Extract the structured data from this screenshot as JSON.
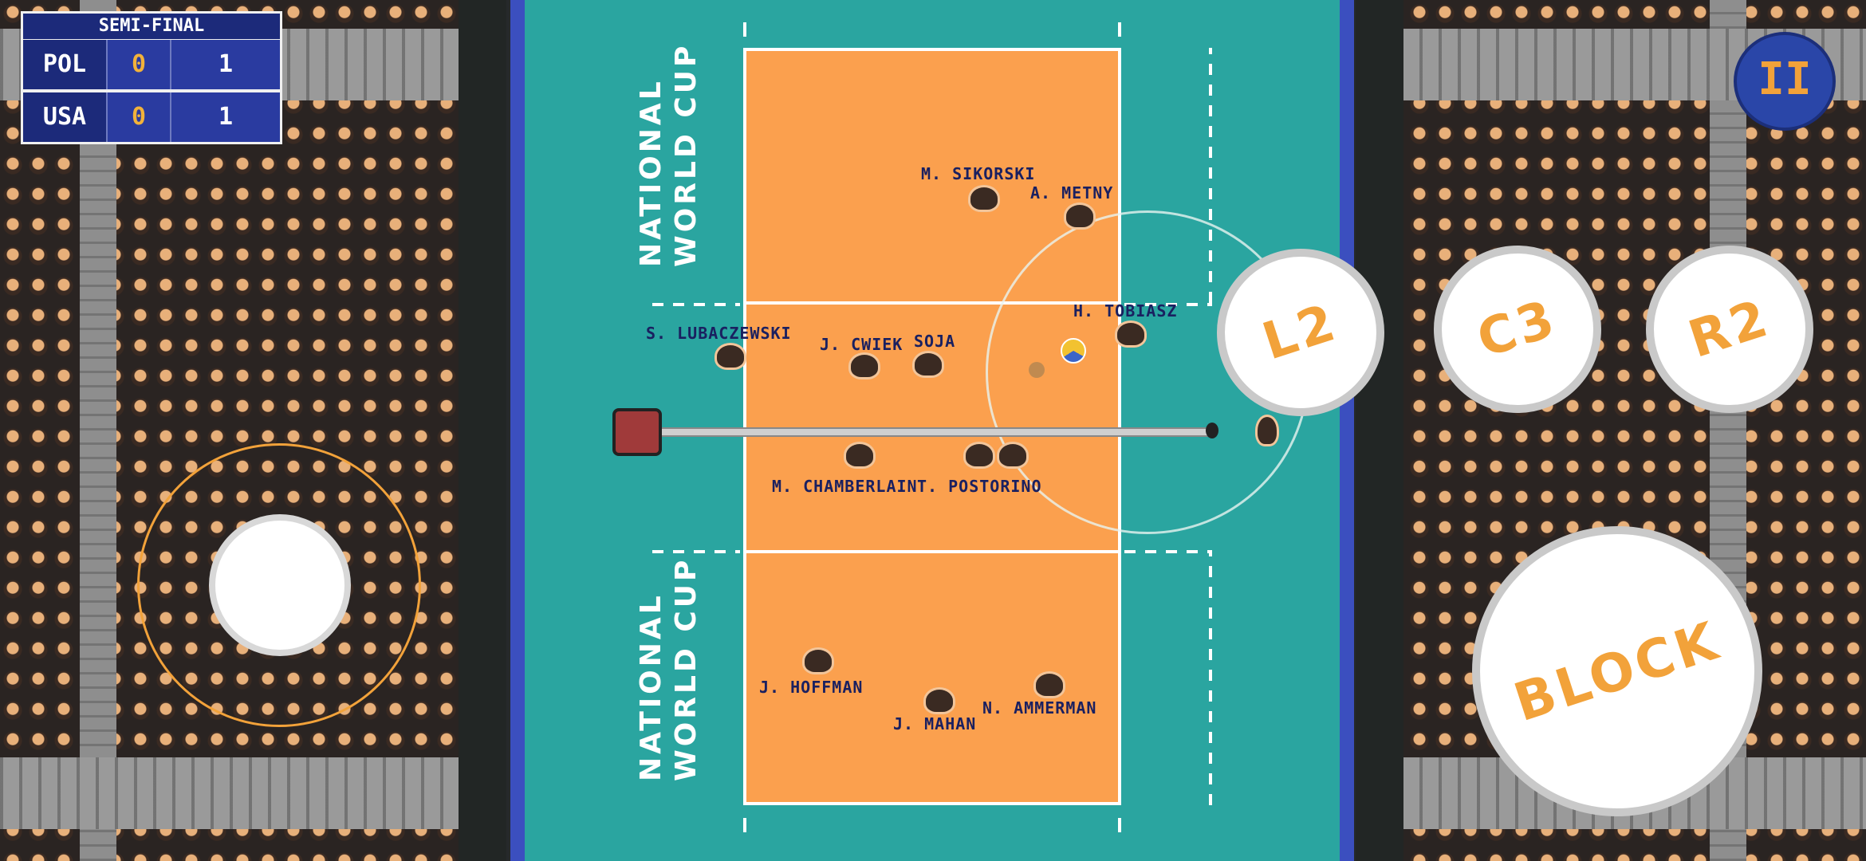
{
  "scoreboard": {
    "title": "SEMI-FINAL",
    "teams": [
      {
        "name": "POL",
        "sets": "0",
        "points": "1"
      },
      {
        "name": "USA",
        "sets": "0",
        "points": "1"
      }
    ]
  },
  "court": {
    "banner_top_line1": "NATIONAL",
    "banner_top_line2": "WORLD CUP",
    "banner_bottom_line1": "NATIONAL",
    "banner_bottom_line2": "WORLD CUP"
  },
  "players": [
    {
      "name": "M. SIKORSKI"
    },
    {
      "name": "A. METNY"
    },
    {
      "name": "H. TOBIASZ"
    },
    {
      "name": "S. LUBACZEWSKI"
    },
    {
      "name": "J. CWIEK"
    },
    {
      "name": "SOJA"
    },
    {
      "name": "M. CHAMBERLAIN"
    },
    {
      "name": "T. POSTORINO"
    },
    {
      "name": "J. HOFFMAN"
    },
    {
      "name": "J. MAHAN"
    },
    {
      "name": "N. AMMERMAN"
    }
  ],
  "controls": {
    "pause_label": "II",
    "btn_l2": "L2",
    "btn_c3": "C3",
    "btn_r2": "R2",
    "btn_block": "BLOCK"
  },
  "colors": {
    "court_orange": "#fba04e",
    "floor_teal": "#2aa5a0",
    "scoreboard_blue": "#1c2a7a",
    "accent_orange": "#f2a23a"
  }
}
